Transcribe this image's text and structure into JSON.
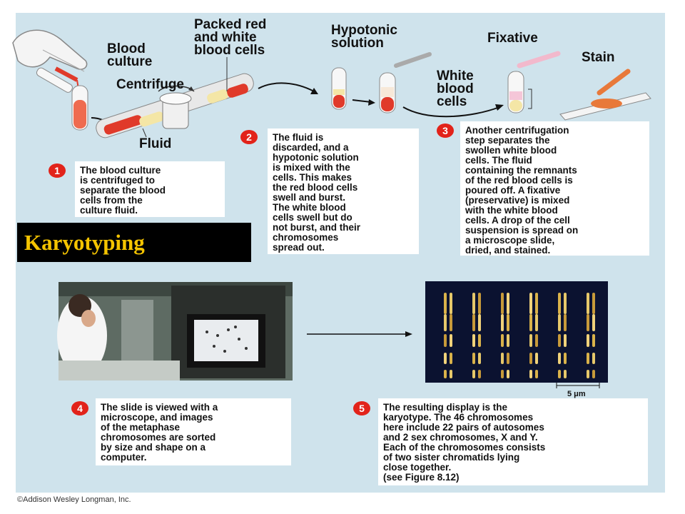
{
  "title": "Karyotyping",
  "labels": {
    "blood_culture": "Blood\nculture",
    "packed_cells": "Packed red\nand white\nblood cells",
    "centrifuge": "Centrifuge",
    "fluid": "Fluid",
    "hypotonic": "Hypotonic\nsolution",
    "fixative": "Fixative",
    "white_blood_cells": "White\nblood\ncells",
    "stain": "Stain"
  },
  "steps": [
    {
      "number": "1",
      "text": "The blood culture\nis centrifuged to\nseparate the blood\ncells from the\nculture fluid."
    },
    {
      "number": "2",
      "text": "The fluid is\ndiscarded, and a\nhypotonic solution\nis mixed with the\ncells. This makes\nthe red blood cells\nswell and burst.\nThe white blood\ncells swell but do\nnot burst, and their\nchromosomes\nspread out."
    },
    {
      "number": "3",
      "text": "Another centrifugation\nstep separates the\nswollen white blood\ncells. The fluid\ncontaining the remnants\nof the red blood cells is\npoured off. A fixative\n(preservative) is mixed\nwith the white blood\ncells. A drop of the cell\nsuspension is spread on\na microscope slide,\ndried, and stained."
    },
    {
      "number": "4",
      "text": "The slide is viewed with a\nmicroscope, and images\nof the metaphase\nchromosomes are sorted\nby size and shape on a\ncomputer."
    },
    {
      "number": "5",
      "text": "The resulting display is the\nkaryotype. The 46 chromosomes\nhere include 22 pairs of autosomes\nand 2 sex chromosomes, X and Y.\nEach of the chromosomes consists\nof two sister chromatids lying\nclose together.\n(see Figure 8.12)"
    }
  ],
  "scale_bar": "5 μm",
  "copyright": "©Addison Wesley Longman, Inc.",
  "colors": {
    "panel": "#cfe3ec",
    "step_badge": "#e2231a",
    "title_bg": "#000000",
    "title_text": "#f5c400",
    "blood": "#e03a2a"
  }
}
